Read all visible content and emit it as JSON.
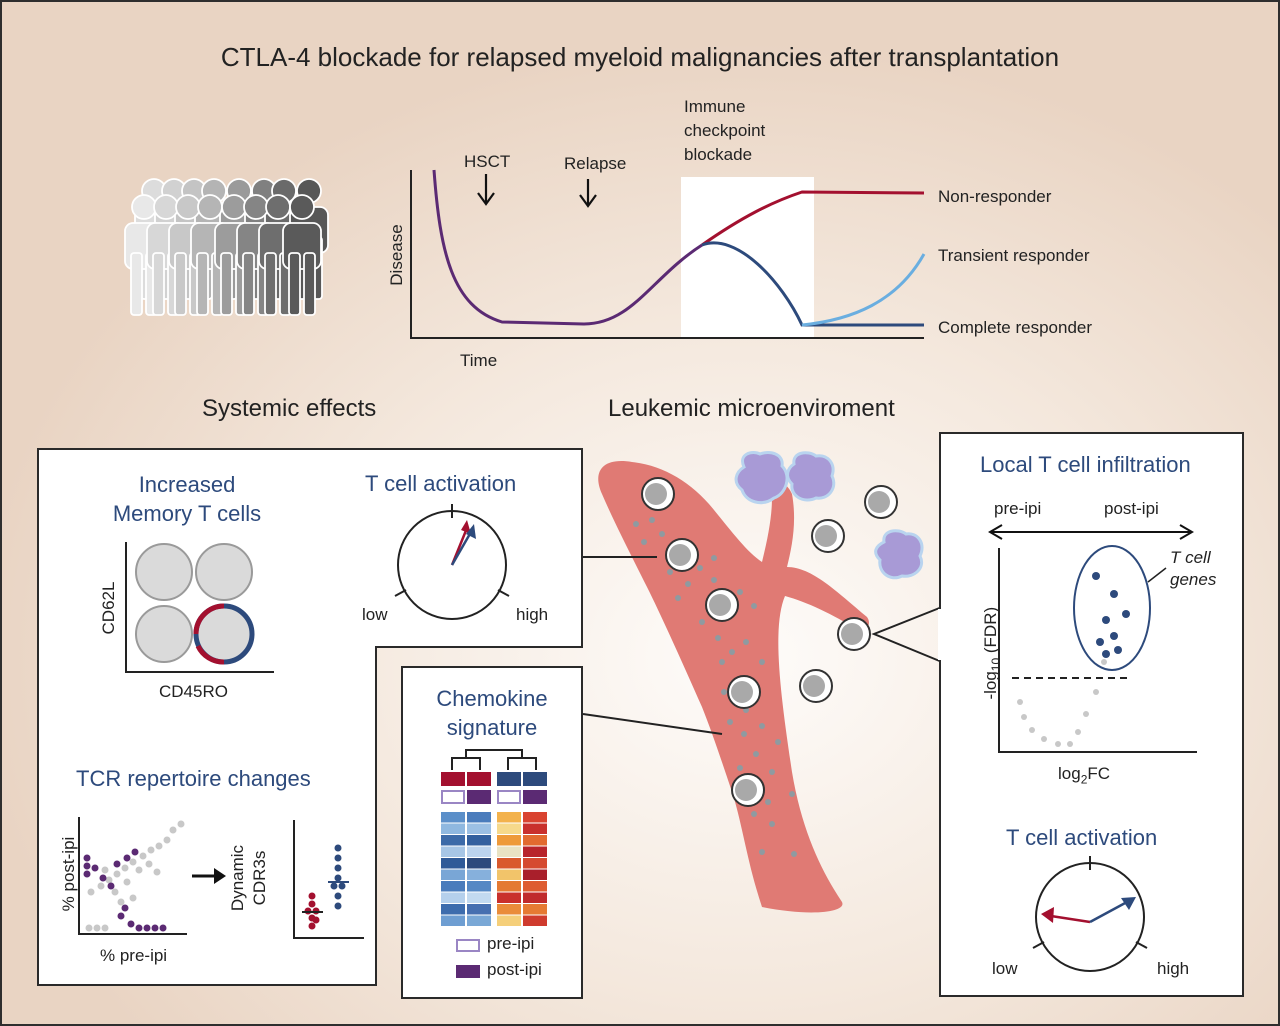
{
  "title": "CTLA-4 blockade for relapsed myeloid malignancies after transplantation",
  "timeline": {
    "events": [
      "HSCT",
      "Relapse"
    ],
    "blockade_label": [
      "Immune",
      "checkpoint",
      "blockade"
    ],
    "y_label": "Disease",
    "x_label": "Time",
    "outcomes": [
      "Non-responder",
      "Transient responder",
      "Complete responder"
    ]
  },
  "sections": {
    "systemic": "Systemic effects",
    "leukemic": "Leukemic microenviroment"
  },
  "memory": {
    "title_lines": [
      "Increased",
      "Memory T cells"
    ],
    "y_label": "CD62L",
    "x_label": "CD45RO"
  },
  "activation_systemic": {
    "title": "T cell activation",
    "low": "low",
    "high": "high"
  },
  "tcr": {
    "title": "TCR repertoire changes",
    "y_label": "% post-ipi",
    "x_label": "% pre-ipi",
    "right_label_lines": [
      "Dynamic",
      "CDR3s"
    ]
  },
  "chemokine": {
    "title_lines": [
      "Chemokine",
      "signature"
    ],
    "legend": [
      "pre-ipi",
      "post-ipi"
    ]
  },
  "infiltration": {
    "title": "Local T cell infiltration",
    "pre": "pre-ipi",
    "post": "post-ipi",
    "genes_lines": [
      "T cell",
      "genes"
    ],
    "y_label_base": "-log",
    "y_label_sub": "10",
    "y_label_rest": " (FDR)",
    "x_label_base": "log",
    "x_label_sub": "2",
    "x_label_rest": "FC"
  },
  "activation_local": {
    "title": "T cell activation",
    "low": "low",
    "high": "high"
  },
  "colors": {
    "red": "#a3102f",
    "navy": "#2d4a7c",
    "purple": "#5b2a73",
    "light_blue": "#6aaee0",
    "vessel": "#e07a74"
  }
}
